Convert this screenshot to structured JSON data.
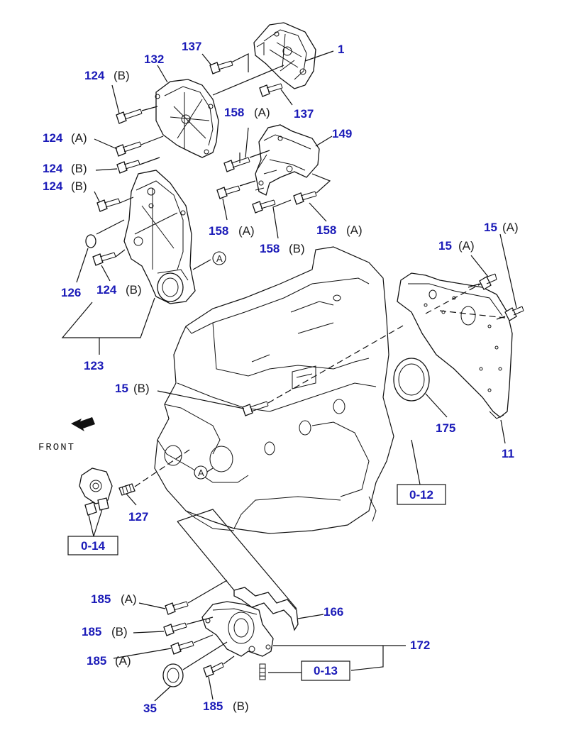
{
  "front_label": "FRONT",
  "ref_marker": "A",
  "parts": {
    "p1": {
      "num": "1",
      "suffix": ""
    },
    "p11": {
      "num": "11",
      "suffix": ""
    },
    "p15a_1": {
      "num": "15",
      "suffix": "(A)"
    },
    "p15a_2": {
      "num": "15",
      "suffix": "(A)"
    },
    "p15b": {
      "num": "15",
      "suffix": "(B)"
    },
    "p35": {
      "num": "35",
      "suffix": ""
    },
    "p123": {
      "num": "123",
      "suffix": ""
    },
    "p124a": {
      "num": "124",
      "suffix": "(A)"
    },
    "p124b_1": {
      "num": "124",
      "suffix": "(B)"
    },
    "p124b_2": {
      "num": "124",
      "suffix": "(B)"
    },
    "p124b_3": {
      "num": "124",
      "suffix": "(B)"
    },
    "p124b_4": {
      "num": "124",
      "suffix": "(B)"
    },
    "p126": {
      "num": "126",
      "suffix": ""
    },
    "p127": {
      "num": "127",
      "suffix": ""
    },
    "p132": {
      "num": "132",
      "suffix": ""
    },
    "p137_1": {
      "num": "137",
      "suffix": ""
    },
    "p137_2": {
      "num": "137",
      "suffix": ""
    },
    "p149": {
      "num": "149",
      "suffix": ""
    },
    "p158a_1": {
      "num": "158",
      "suffix": "(A)"
    },
    "p158a_2": {
      "num": "158",
      "suffix": "(A)"
    },
    "p158a_3": {
      "num": "158",
      "suffix": "(A)"
    },
    "p158b": {
      "num": "158",
      "suffix": "(B)"
    },
    "p166": {
      "num": "166",
      "suffix": ""
    },
    "p172": {
      "num": "172",
      "suffix": ""
    },
    "p175": {
      "num": "175",
      "suffix": ""
    },
    "p185a_1": {
      "num": "185",
      "suffix": "(A)"
    },
    "p185a_2": {
      "num": "185",
      "suffix": "(A)"
    },
    "p185b_1": {
      "num": "185",
      "suffix": "(B)"
    },
    "p185b_2": {
      "num": "185",
      "suffix": "(B)"
    }
  },
  "boxes": {
    "b012": "0-12",
    "b013": "0-13",
    "b014": "0-14"
  }
}
